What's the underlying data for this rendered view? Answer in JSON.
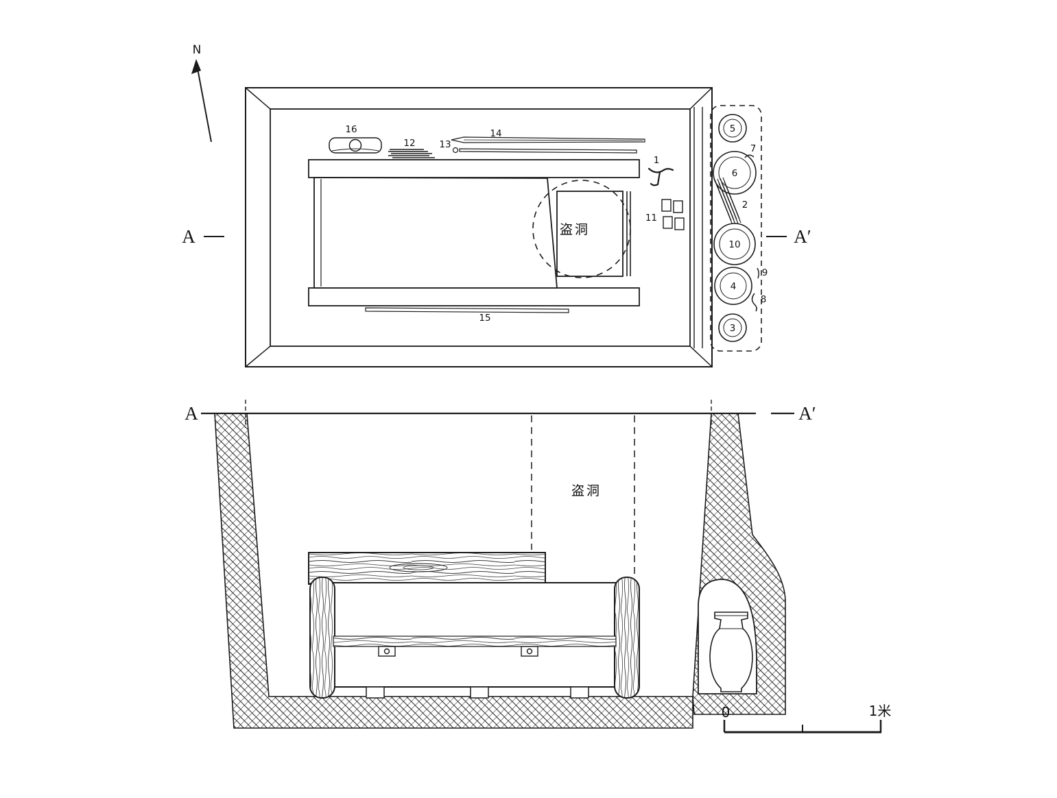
{
  "plan": {
    "north_label": "N",
    "marker_left": "A",
    "marker_right": "A′",
    "robber_hole_label": "盗洞",
    "labels": {
      "1": "1",
      "2": "2",
      "3": "3",
      "4": "4",
      "5": "5",
      "6": "6",
      "7": "7",
      "8": "8",
      "9": "9",
      "10": "10",
      "11": "11",
      "12": "12",
      "13": "13",
      "14": "14",
      "15": "15",
      "16": "16"
    }
  },
  "section": {
    "marker_left": "A",
    "marker_right": "A′",
    "robber_hole_label": "盗洞"
  },
  "scale": {
    "zero": "0",
    "one_meter": "1米"
  },
  "colors": {
    "ink": "#1a1a1a",
    "paper": "#ffffff"
  }
}
